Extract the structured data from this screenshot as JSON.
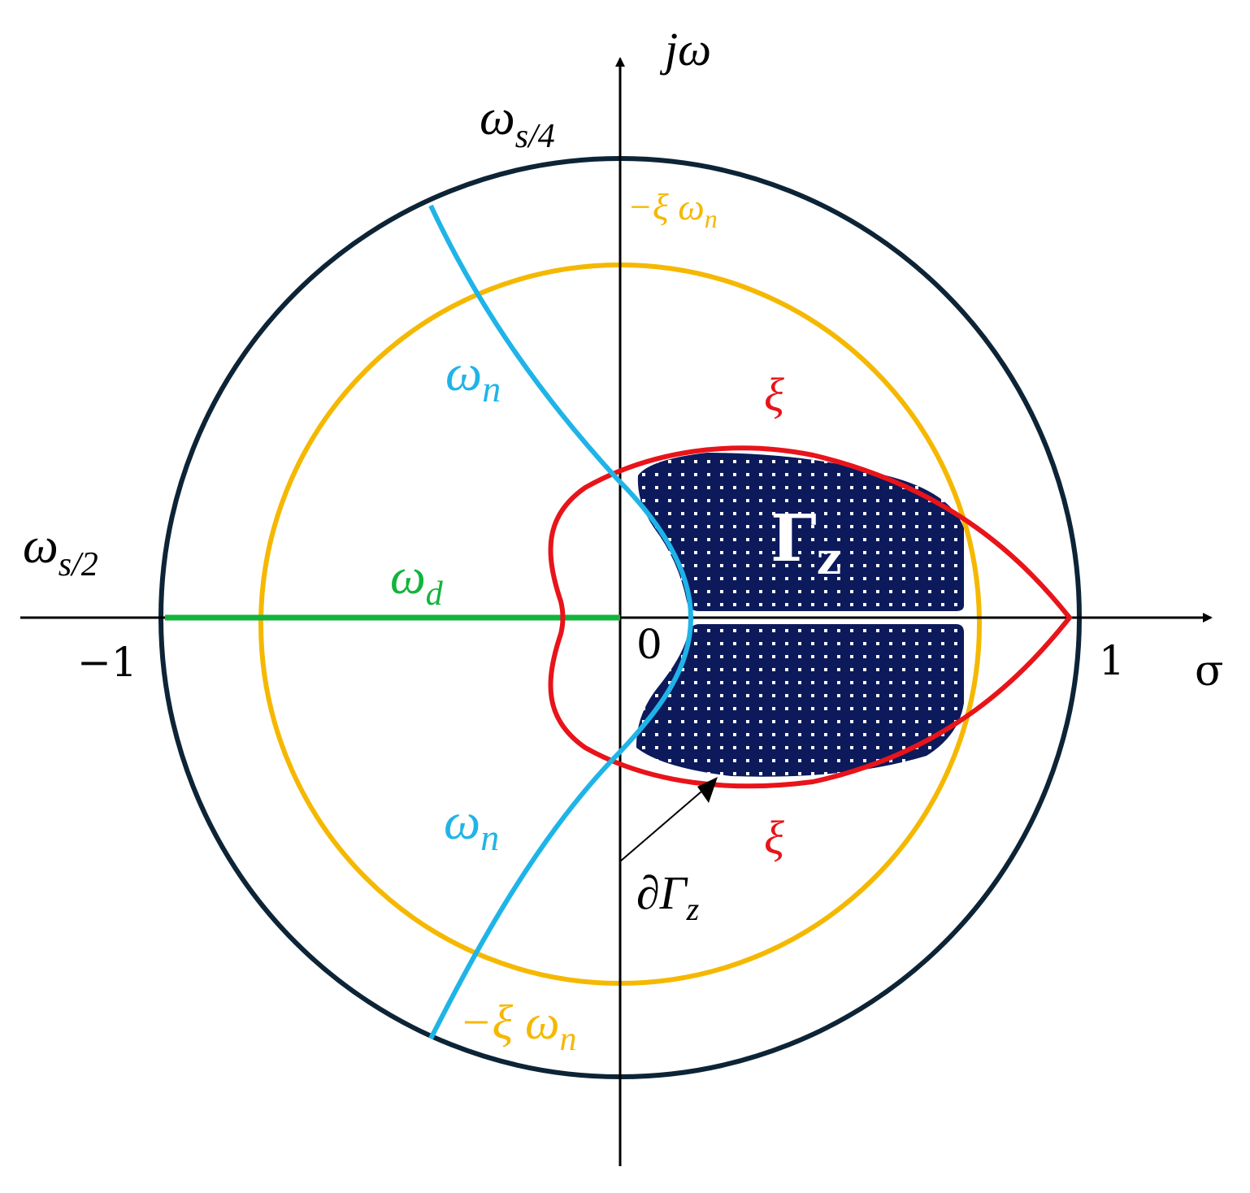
{
  "diagram": {
    "axis_labels": {
      "imag": "jω",
      "real": "σ"
    },
    "tick_labels": {
      "minus_one": "−1",
      "zero": "0",
      "one": "1"
    },
    "region_label": {
      "main": "Γ",
      "sub": "z"
    },
    "boundary_label": {
      "main": "∂Γ",
      "sub": "z"
    },
    "omega_s4": {
      "main": "ω",
      "sub": "s/4"
    },
    "omega_s2": {
      "main": "ω",
      "sub": "s/2"
    },
    "omega_d": {
      "main": "ω",
      "sub": "d"
    },
    "omega_n_upper": {
      "main": "ω",
      "sub": "n"
    },
    "omega_n_lower": {
      "main": "ω",
      "sub": "n"
    },
    "xi_upper": "ξ",
    "xi_lower": "ξ",
    "xi_omega_top": {
      "main": "−ξ ω",
      "sub": "n"
    },
    "xi_omega_bottom": {
      "main": "−ξ ω",
      "sub": "n"
    },
    "colors": {
      "unit_circle": "#0d2436",
      "sigma_circle": "#f5b800",
      "damping_curve": "#e8141a",
      "natural_freq_curve": "#1fb4e8",
      "damped_freq_line": "#12b43c",
      "region_fill": "#0c1a5c",
      "axes": "#000000"
    }
  }
}
